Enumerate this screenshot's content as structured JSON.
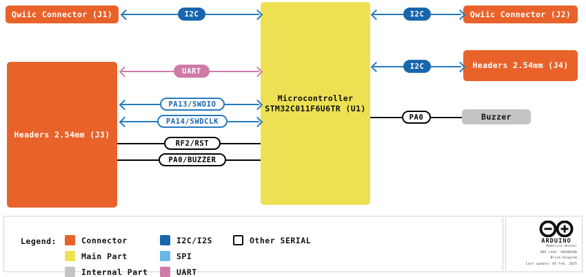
{
  "diagram": {
    "title": "Modulino Buzzer Block Diagram",
    "blocks": [
      {
        "id": "j1",
        "label": "Qwiic Connector (J1)",
        "kind": "connector"
      },
      {
        "id": "j3",
        "label": "Headers 2.54mm (J3)",
        "kind": "connector"
      },
      {
        "id": "u1",
        "label_line1": "Microcontroller",
        "label_line2": "STM32C011F6U6TR (U1)",
        "kind": "main"
      },
      {
        "id": "j2",
        "label": "Qwiic Connector (J2)",
        "kind": "connector"
      },
      {
        "id": "j4",
        "label": "Headers 2.54mm (J4)",
        "kind": "connector"
      },
      {
        "id": "bz",
        "label": "Buzzer",
        "kind": "internal"
      }
    ],
    "signals": [
      {
        "id": "s1",
        "label": "I2C",
        "bus": "i2c",
        "from": "j1",
        "to": "u1"
      },
      {
        "id": "s2",
        "label": "I2C",
        "bus": "i2c",
        "from": "u1",
        "to": "j2"
      },
      {
        "id": "s3",
        "label": "I2C",
        "bus": "i2c",
        "from": "u1",
        "to": "j4"
      },
      {
        "id": "s4",
        "label": "UART",
        "bus": "uart",
        "from": "j3",
        "to": "u1"
      },
      {
        "id": "s5",
        "label": "PA13/SWDIO",
        "bus": "other",
        "from": "j3",
        "to": "u1"
      },
      {
        "id": "s6",
        "label": "PA14/SWDCLK",
        "bus": "other",
        "from": "j3",
        "to": "u1"
      },
      {
        "id": "s7",
        "label": "RF2/RST",
        "bus": "other",
        "from": "j3",
        "to": "u1"
      },
      {
        "id": "s8",
        "label": "PA0/BUZZER",
        "bus": "other",
        "from": "j3",
        "to": "u1"
      },
      {
        "id": "s9",
        "label": "PA0",
        "bus": "other",
        "from": "u1",
        "to": "bz"
      }
    ]
  },
  "legend": {
    "title": "Legend:",
    "items": [
      {
        "label": "Connector",
        "color": "#E8622A",
        "style": "fill"
      },
      {
        "label": "Main Part",
        "color": "#EDE153",
        "style": "fill"
      },
      {
        "label": "Internal Part",
        "color": "#C4C4C4",
        "style": "fill"
      },
      {
        "label": "I2C/I2S",
        "color": "#1866AE",
        "style": "fill"
      },
      {
        "label": "SPI",
        "color": "#67B8E8",
        "style": "fill"
      },
      {
        "label": "UART",
        "color": "#CE7BA8",
        "style": "fill"
      },
      {
        "label": "Other SERIAL",
        "color": "#111111",
        "style": "outline"
      }
    ]
  },
  "credit": {
    "brand": "ARDUINO",
    "product": "Modulino Buzzer",
    "sku": "SKU code: ABX00108",
    "doc_type": "Block Diagram",
    "last_update": "Last update: 05 Feb, 2025"
  }
}
